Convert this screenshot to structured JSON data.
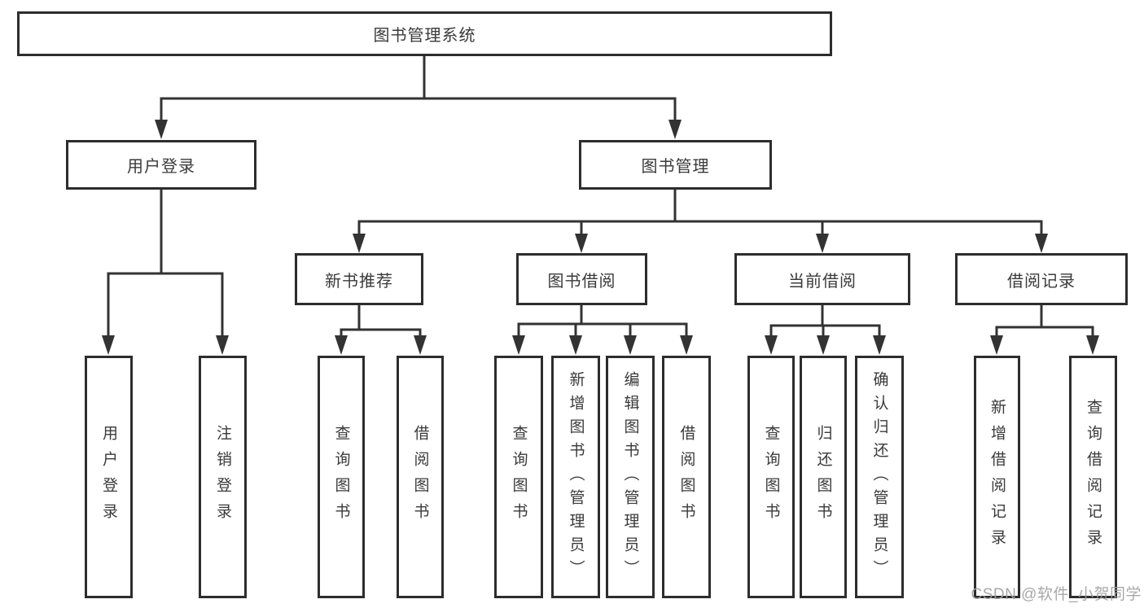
{
  "diagram": {
    "root": {
      "label": "图书管理系统"
    },
    "login_branch": {
      "label": "用户登录",
      "children": [
        {
          "label": "用户登录"
        },
        {
          "label": "注销登录"
        }
      ]
    },
    "mgmt_branch": {
      "label": "图书管理",
      "groups": [
        {
          "label": "新书推荐",
          "children": [
            {
              "label": "查询图书"
            },
            {
              "label": "借阅图书"
            }
          ]
        },
        {
          "label": "图书借阅",
          "children": [
            {
              "label": "查询图书"
            },
            {
              "label": "新增图书（管理员）"
            },
            {
              "label": "编辑图书（管理员）"
            },
            {
              "label": "借阅图书"
            }
          ]
        },
        {
          "label": "当前借阅",
          "children": [
            {
              "label": "查询图书"
            },
            {
              "label": "归还图书"
            },
            {
              "label": "确认归还（管理员）"
            }
          ]
        },
        {
          "label": "借阅记录",
          "children": [
            {
              "label": "新增借阅记录"
            },
            {
              "label": "查询借阅记录"
            }
          ]
        }
      ]
    }
  },
  "watermark": {
    "text": "CSDN @软件_小贺同学"
  },
  "colors": {
    "line": "#333333",
    "box_border": "#2d2d2d",
    "text": "#3a3a3a",
    "watermark": "#9e9e9e",
    "background": "#ffffff"
  }
}
